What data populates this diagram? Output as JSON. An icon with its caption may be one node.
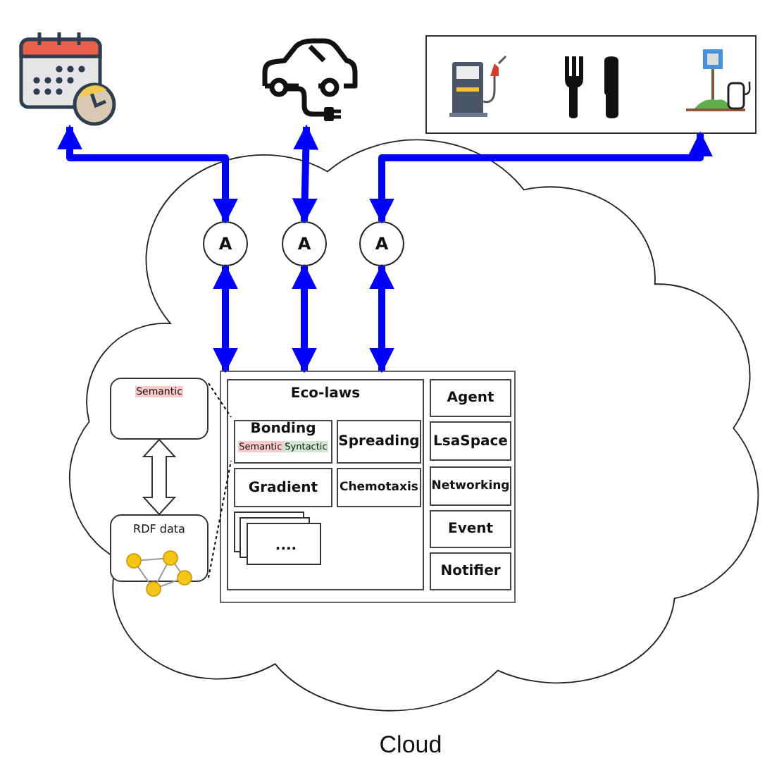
{
  "diagram": {
    "nodes": [
      {
        "text": [
          "Cloud"
        ]
      },
      {
        "text": [],
        "shape": "picture"
      },
      {
        "text": [],
        "shape": "picture"
      },
      {
        "text": [],
        "shape": "box"
      },
      {
        "text": [
          "A"
        ],
        "in": 0
      },
      {
        "text": [
          "A"
        ],
        "in": 0
      },
      {
        "text": [
          "A"
        ],
        "in": 0
      },
      {
        "text": [],
        "shape": "box",
        "in": 0
      },
      {
        "text": [
          "Eco-laws"
        ],
        "in": 7
      },
      {
        "text": [
          "Bonding",
          "Semantic",
          "Syntactic"
        ],
        "in": 8
      },
      {
        "text": [
          "Spreading"
        ],
        "in": 8
      },
      {
        "text": [
          "Gradient"
        ],
        "in": 8
      },
      {
        "text": [
          "Chemotaxis"
        ],
        "in": 8
      },
      {
        "text": [
          "...."
        ],
        "in": 8
      },
      {
        "text": [
          "Agent"
        ],
        "in": 7
      },
      {
        "text": [
          "LsaSpace"
        ],
        "in": 7
      },
      {
        "text": [
          "Networking"
        ],
        "in": 7
      },
      {
        "text": [
          "Event"
        ],
        "in": 7
      },
      {
        "text": [
          "Notifier"
        ],
        "in": 7
      },
      {
        "text": [
          "Semantic"
        ],
        "in": 0
      },
      {
        "text": [
          "RDF data"
        ],
        "in": 0
      }
    ],
    "edges": [
      {
        "from": 4,
        "to": 1,
        "arrow": "both"
      },
      {
        "from": 5,
        "to": 2,
        "arrow": "both"
      },
      {
        "from": 6,
        "to": 3,
        "arrow": "both"
      },
      {
        "from": 4,
        "to": 7,
        "arrow": "both"
      },
      {
        "from": 5,
        "to": 7,
        "arrow": "both"
      },
      {
        "from": 6,
        "to": 7,
        "arrow": "both"
      },
      {
        "from": 19,
        "to": 20,
        "arrow": "both",
        "style": "thick",
        "color": "#ffffff"
      },
      {
        "from": 19,
        "to": 9,
        "arrow": "none",
        "style": "dashed",
        "color": "#000000"
      },
      {
        "from": 20,
        "to": 9,
        "arrow": "none",
        "style": "dashed",
        "color": "#000000"
      }
    ]
  }
}
